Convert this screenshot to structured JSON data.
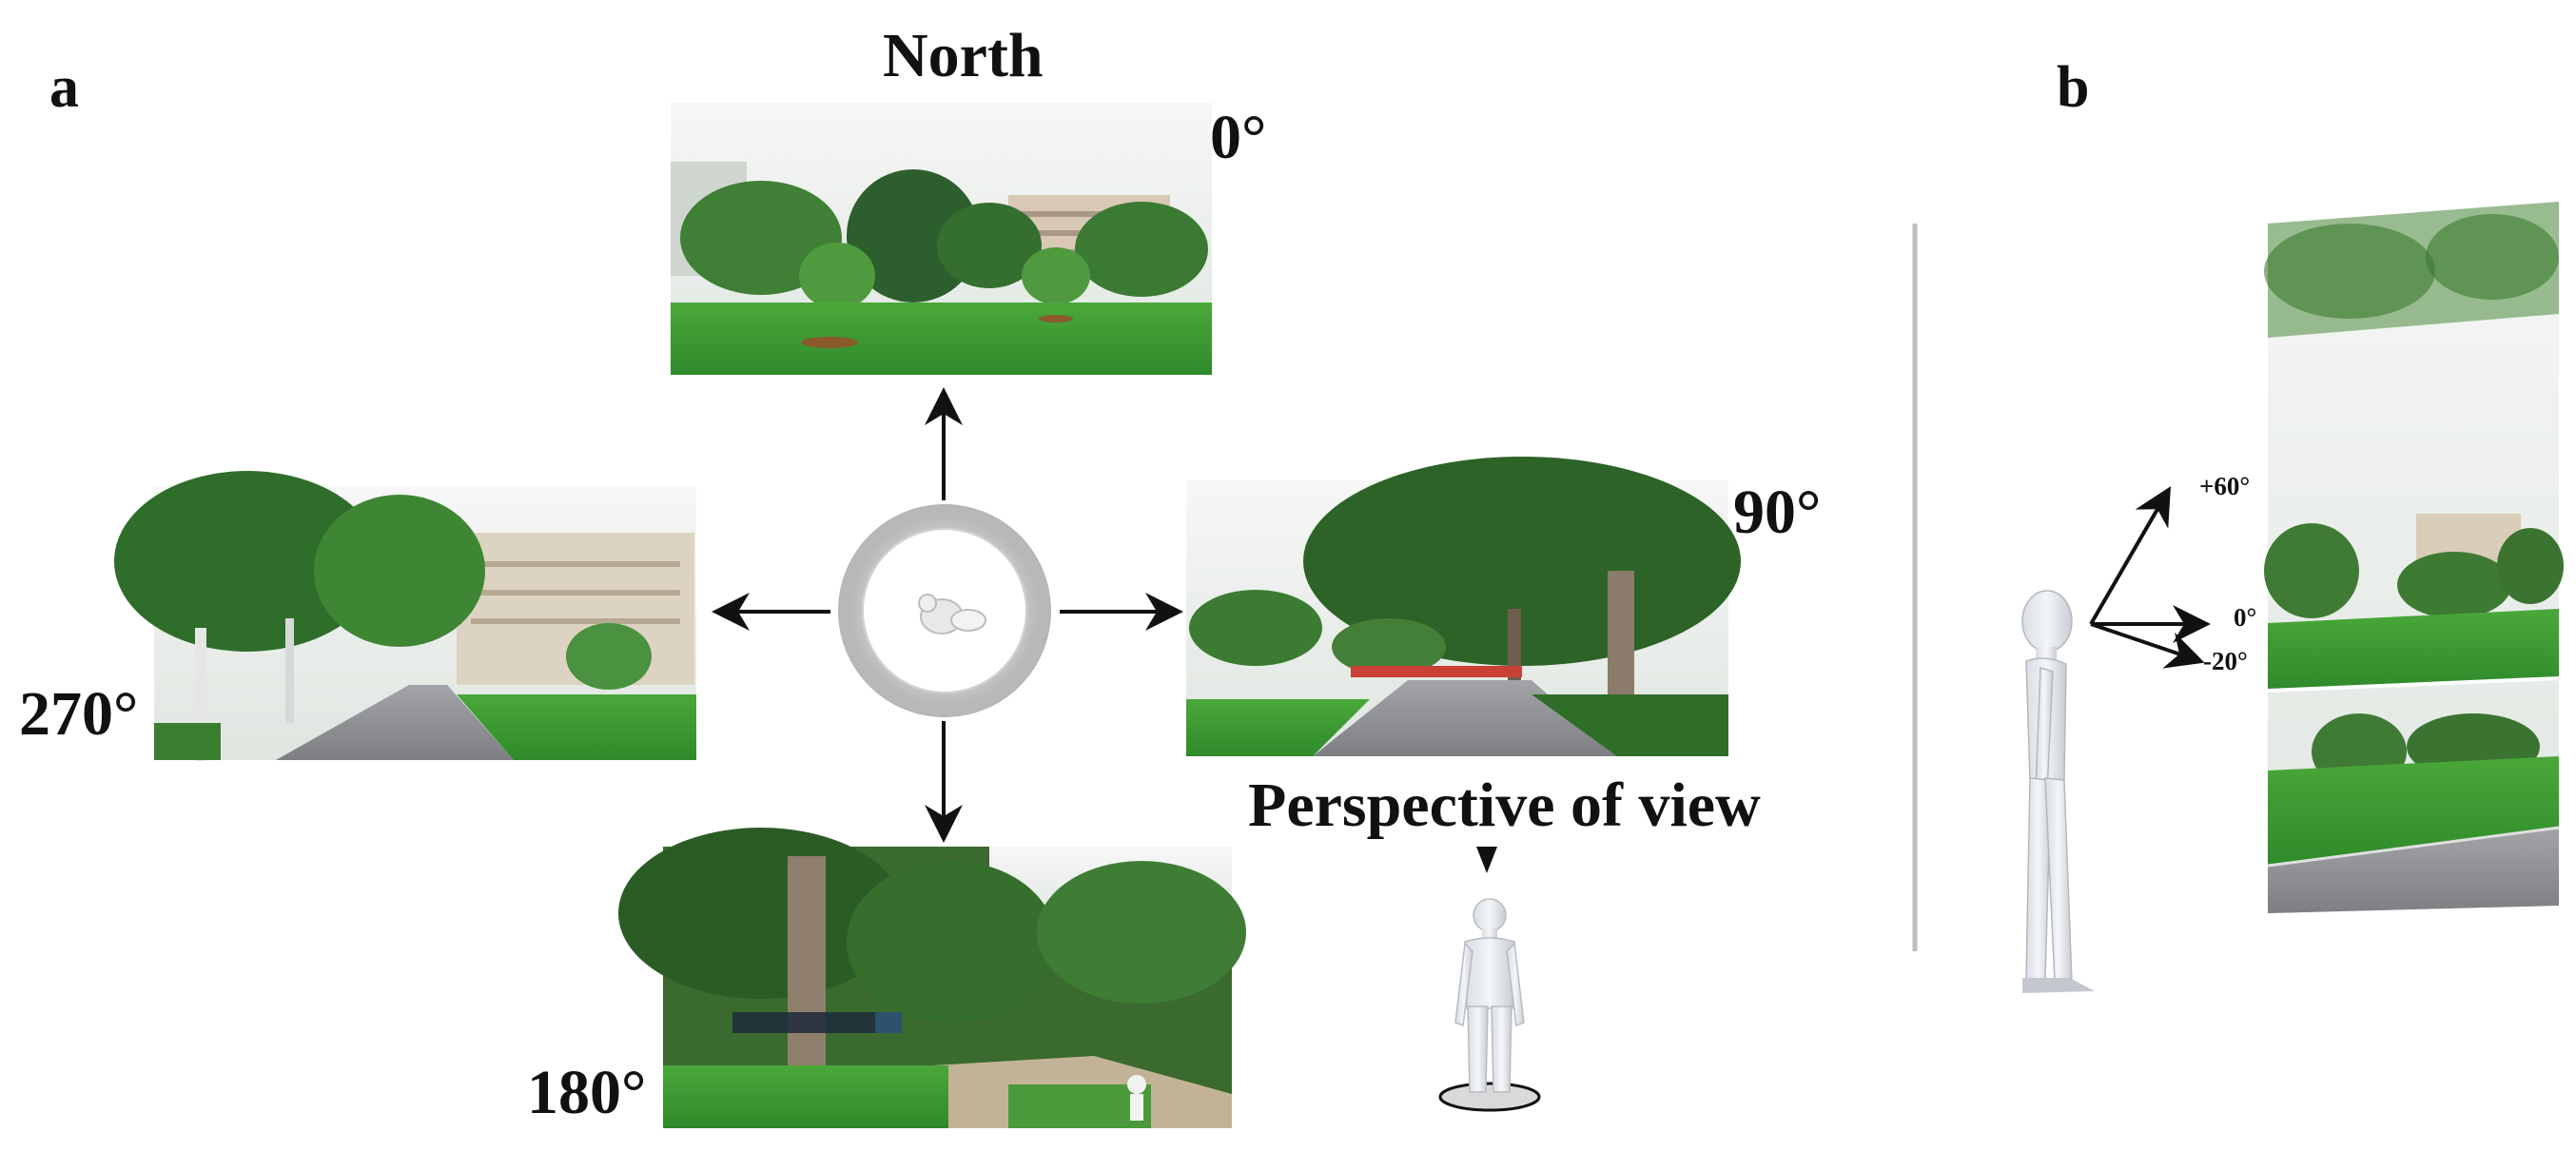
{
  "panel_a": {
    "letter": "a",
    "heading": "North",
    "angles": {
      "north": "0°",
      "east": "90°",
      "south": "180°",
      "west": "270°"
    },
    "perspective_label": "Perspective of view"
  },
  "panel_b": {
    "letter": "b",
    "elevation_labels": {
      "up": "+60°",
      "level": "0°",
      "down": "-20°"
    }
  },
  "colors": {
    "grass": "#3d9a31",
    "foliage": "#2f6e2a",
    "sky": "#e9efe9",
    "road": "#8f9094",
    "ring": "#c9c9c9",
    "text": "#111111"
  }
}
